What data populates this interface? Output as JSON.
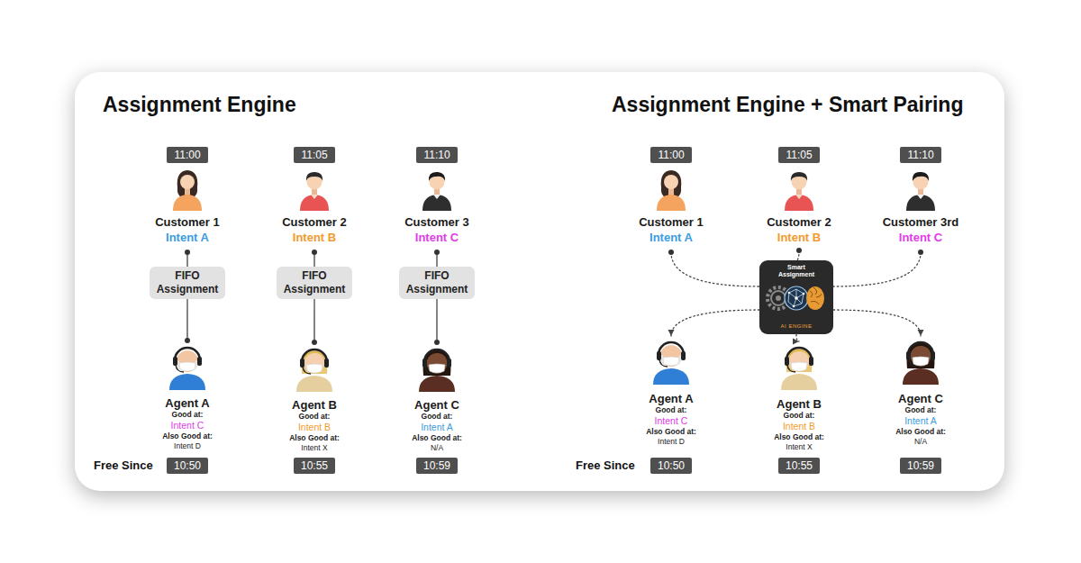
{
  "diagram": {
    "nodes": [
      {
        "text": [
          "11:00"
        ]
      },
      {
        "text": [
          "11:05"
        ]
      },
      {
        "text": [
          "11:10"
        ]
      },
      {
        "text": [
          "Customer 1",
          "Intent A"
        ]
      },
      {
        "text": [
          "Customer 2",
          "Intent B"
        ]
      },
      {
        "text": [
          "Customer 3",
          "Intent C"
        ]
      },
      {
        "text": [
          "FIFO Assignment"
        ]
      },
      {
        "text": [
          "FIFO Assignment"
        ]
      },
      {
        "text": [
          "FIFO Assignment"
        ]
      },
      {
        "text": [
          "Agent A",
          "Good at:",
          "Intent C",
          "Also Good at:",
          "Intent D"
        ]
      },
      {
        "text": [
          "Agent B",
          "Good at:",
          "Intent B",
          "Also Good at:",
          "Intent X"
        ]
      },
      {
        "text": [
          "Agent C",
          "Good at:",
          "Intent A",
          "Also Good at:",
          "N/A"
        ]
      },
      {
        "text": [
          "10:50"
        ]
      },
      {
        "text": [
          "10:55"
        ]
      },
      {
        "text": [
          "10:59"
        ]
      },
      {
        "text": [
          "11:00"
        ]
      },
      {
        "text": [
          "11:05"
        ]
      },
      {
        "text": [
          "11:10"
        ]
      },
      {
        "text": [
          "Customer 1",
          "Intent A"
        ]
      },
      {
        "text": [
          "Customer 2",
          "Intent B"
        ]
      },
      {
        "text": [
          "Customer 3rd",
          "Intent C"
        ]
      },
      {
        "text": [
          "Smart Assignment",
          "AI ENGINE"
        ]
      },
      {
        "text": [
          "Agent A",
          "Good at:",
          "Intent C",
          "Also Good at:",
          "Intent D"
        ]
      },
      {
        "text": [
          "Agent B",
          "Good at:",
          "Intent B",
          "Also Good at:",
          "Intent X"
        ]
      },
      {
        "text": [
          "Agent C",
          "Good at:",
          "Intent A",
          "Also Good at:",
          "N/A"
        ]
      },
      {
        "text": [
          "10:50"
        ]
      },
      {
        "text": [
          "10:55"
        ]
      },
      {
        "text": [
          "10:59"
        ]
      }
    ],
    "edges": [
      {
        "from": 3,
        "to": 6,
        "arrow": "none"
      },
      {
        "from": 6,
        "to": 9,
        "arrow": "none"
      },
      {
        "from": 4,
        "to": 7,
        "arrow": "none"
      },
      {
        "from": 7,
        "to": 10,
        "arrow": "none"
      },
      {
        "from": 5,
        "to": 8,
        "arrow": "none"
      },
      {
        "from": 8,
        "to": 11,
        "arrow": "none"
      },
      {
        "from": 18,
        "to": 21,
        "arrow": "none"
      },
      {
        "from": 19,
        "to": 21,
        "arrow": "none"
      },
      {
        "from": 20,
        "to": 21,
        "arrow": "none"
      },
      {
        "from": 21,
        "to": 22,
        "arrow": "to"
      },
      {
        "from": 21,
        "to": 23,
        "arrow": "to"
      },
      {
        "from": 21,
        "to": 24,
        "arrow": "to"
      }
    ],
    "labels": [
      "Assignment Engine",
      "Free Since",
      "Assignment Engine + Smart Pairing",
      "Free Since"
    ]
  }
}
